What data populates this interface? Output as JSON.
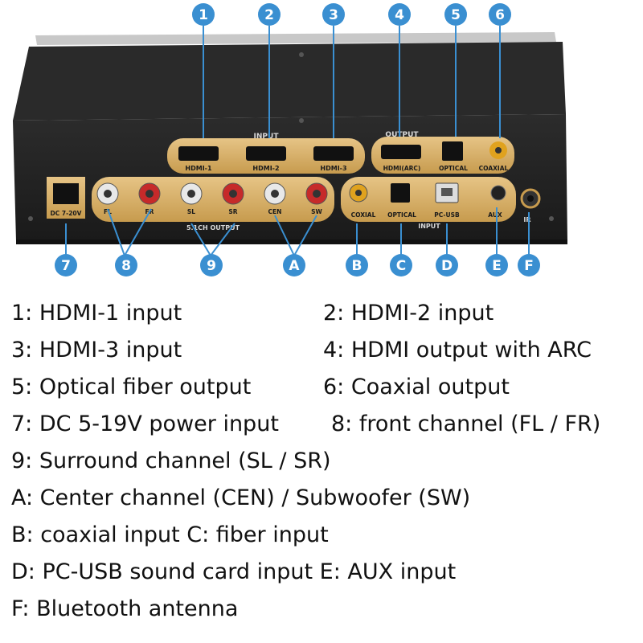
{
  "callouts_top": [
    "1",
    "2",
    "3",
    "4",
    "5",
    "6"
  ],
  "callouts_bottom": [
    "7",
    "8",
    "9",
    "A",
    "B",
    "C",
    "D",
    "E",
    "F"
  ],
  "panel": {
    "input_title": "INPUT",
    "output_title": "OUTPUT",
    "hdmi1": "HDMI-1",
    "hdmi2": "HDMI-2",
    "hdmi3": "HDMI-3",
    "hdmi_arc": "HDMI(ARC)",
    "optical_out": "OPTICAL",
    "coaxial_out": "COAXIAL",
    "dc": "DC 7-20V",
    "fl": "FL",
    "fr": "FR",
    "sl": "SL",
    "sr": "SR",
    "cen": "CEN",
    "sw": "SW",
    "output_51": "5.1CH OUTPUT",
    "coxial_in": "COXIAL",
    "optical_in": "OPTICAL",
    "pcusb": "PC-USB",
    "aux": "AUX",
    "ir": "IR",
    "input_lower": "INPUT"
  },
  "legend": {
    "l1": "1: HDMI-1 input",
    "l2": "2: HDMI-2 input",
    "l3": "3: HDMI-3 input",
    "l4": "4: HDMI output with ARC",
    "l5": "5: Optical fiber output",
    "l6": "6: Coaxial output",
    "l7": "7: DC 5-19V power input",
    "l8": "8: front channel (FL / FR)",
    "l9": "9: Surround channel (SL / SR)",
    "la": "A: Center channel (CEN) / Subwoofer (SW)",
    "lb": "B: coaxial input C: fiber input",
    "ld": "D: PC-USB sound card input E: AUX input",
    "lf": "F: Bluetooth antenna"
  },
  "colors": {
    "callout": "#3a8fd1",
    "gold": "#d8b36a",
    "device": "#222222",
    "rca_red": "#c62a2a",
    "rca_white": "#e8e8e8",
    "rca_yellow": "#e0a21e"
  }
}
